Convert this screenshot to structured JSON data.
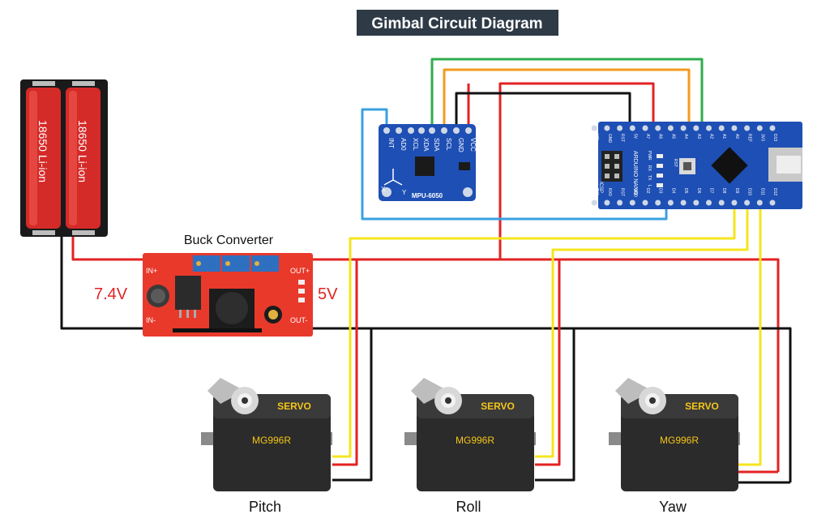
{
  "title": "Gimbal Circuit Diagram",
  "battery": {
    "cell1": "18650 Li-ion",
    "cell2": "18650 Li-ion"
  },
  "buck": {
    "label": "Buck Converter",
    "vin": "7.4V",
    "vout": "5V",
    "in_plus": "IN+",
    "in_minus": "IN-",
    "out_plus": "OUT+",
    "out_minus": "OUT-"
  },
  "mpu": {
    "name": "MPU-6050",
    "pins": [
      "INT",
      "AD0",
      "XCL",
      "XDA",
      "SDA",
      "SCL",
      "GND",
      "VCC"
    ],
    "axis_x": "X",
    "axis_y": "Y"
  },
  "nano": {
    "name": "ARDUINO NANO",
    "top_pins": [
      "D12",
      "D11",
      "D10",
      "D9",
      "D8",
      "D7",
      "D6",
      "D5",
      "D4",
      "D3",
      "D2",
      "GND",
      "RST",
      "RX0",
      "TX1"
    ],
    "bottom_pins": [
      "D13",
      "3V3",
      "REF",
      "A0",
      "A1",
      "A2",
      "A3",
      "A4",
      "A5",
      "A6",
      "A7",
      "5V",
      "RST",
      "GND",
      "VIN"
    ],
    "led_labels": [
      "PWR",
      "RX",
      "TX",
      "L"
    ],
    "rst_label": "RST",
    "icsp_label": "ICSP"
  },
  "servos": [
    {
      "brand": "SERVO",
      "model": "MG996R",
      "caption": "Pitch"
    },
    {
      "brand": "SERVO",
      "model": "MG996R",
      "caption": "Roll"
    },
    {
      "brand": "SERVO",
      "model": "MG996R",
      "caption": "Yaw"
    }
  ],
  "colors": {
    "red_wire": "#e32222",
    "black_wire": "#111111",
    "yellow_wire": "#f5e51e",
    "green_wire": "#2fad4e",
    "orange_wire": "#f39a1e",
    "blue_wire": "#3aa1e0",
    "title_bg": "#2e3a46",
    "pcb_blue": "#1e4fb4",
    "pcb_red": "#e8392b",
    "servo_body": "#2b2b2b"
  }
}
